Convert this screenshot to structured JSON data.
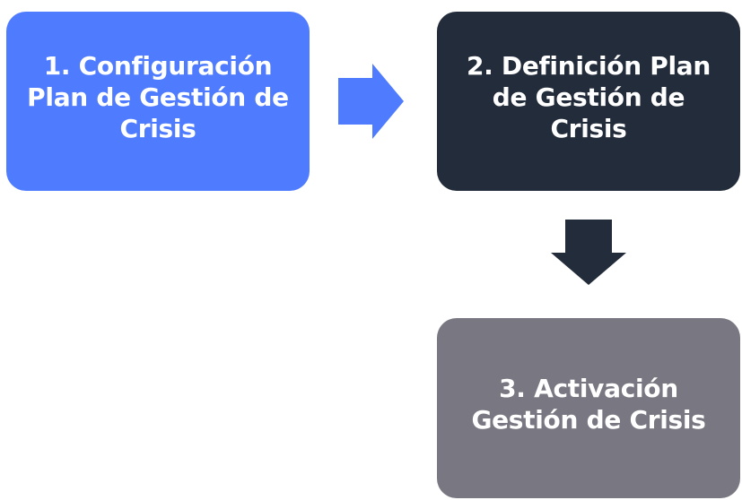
{
  "steps": [
    {
      "label_lines": [
        "1. Configuración",
        "Plan de Gestión de",
        "Crisis"
      ],
      "color": "#4f7cff"
    },
    {
      "label_lines": [
        "2. Definición Plan",
        "de Gestión de",
        "Crisis"
      ],
      "color": "#232c3b"
    },
    {
      "label_lines": [
        "3. Activación",
        "Gestión de Crisis"
      ],
      "color": "#797882"
    }
  ],
  "connectors": [
    {
      "from": 1,
      "to": 2,
      "direction": "right",
      "color": "#4f7cff"
    },
    {
      "from": 2,
      "to": 3,
      "direction": "down",
      "color": "#232c3b"
    }
  ]
}
